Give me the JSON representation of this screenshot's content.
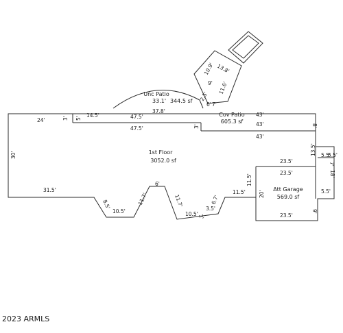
{
  "areas": {
    "first_floor": {
      "name": "1st Floor",
      "area": "3052.0 sf"
    },
    "unc_patio": {
      "name": "Unc Patio",
      "dim": "33.1'",
      "area": "344.5 sf"
    },
    "cov_patio": {
      "name": "Cov Patio",
      "area": "605.3 sf"
    },
    "garage": {
      "name": "Att Garage",
      "area": "569.0 sf"
    }
  },
  "dims": {
    "d24": "24'",
    "d3a": "3'",
    "d5a": "5'",
    "d145": "14.5'",
    "d475a": "47.5'",
    "d378": "37.8'",
    "d475b": "47.5'",
    "d3b": "3'",
    "d43a": "43'",
    "d43b": "43'",
    "d8": "8'",
    "d43c": "43'",
    "d30": "30'",
    "d315": "31.5'",
    "d135": "13.5'",
    "d55a": "5.5'",
    "d55b": "5.5'",
    "d7": "7'",
    "d18": "18'",
    "d235a": "23.5'",
    "d235b": "23.5'",
    "d235c": "23.5'",
    "d20": "20'",
    "d55c": "5.5'",
    "d9a": "9'",
    "d115a": "11.5'",
    "d115b": "11.5'",
    "d6a": "6'",
    "d117a": "11.7'",
    "d85": "8.5'",
    "d105a": "10.5'",
    "d117b": "11.7'",
    "d105b": "10.5'",
    "d2": "2'",
    "d35": "3.5'",
    "d67": "6.7'",
    "d109": "10.9'",
    "d138": "13.8'",
    "d9b": "9'",
    "d116": "11.6'",
    "d25": "2.5'",
    "d6b": "6'",
    "d7b": "7'"
  },
  "copyright": "2023 ARMLS"
}
